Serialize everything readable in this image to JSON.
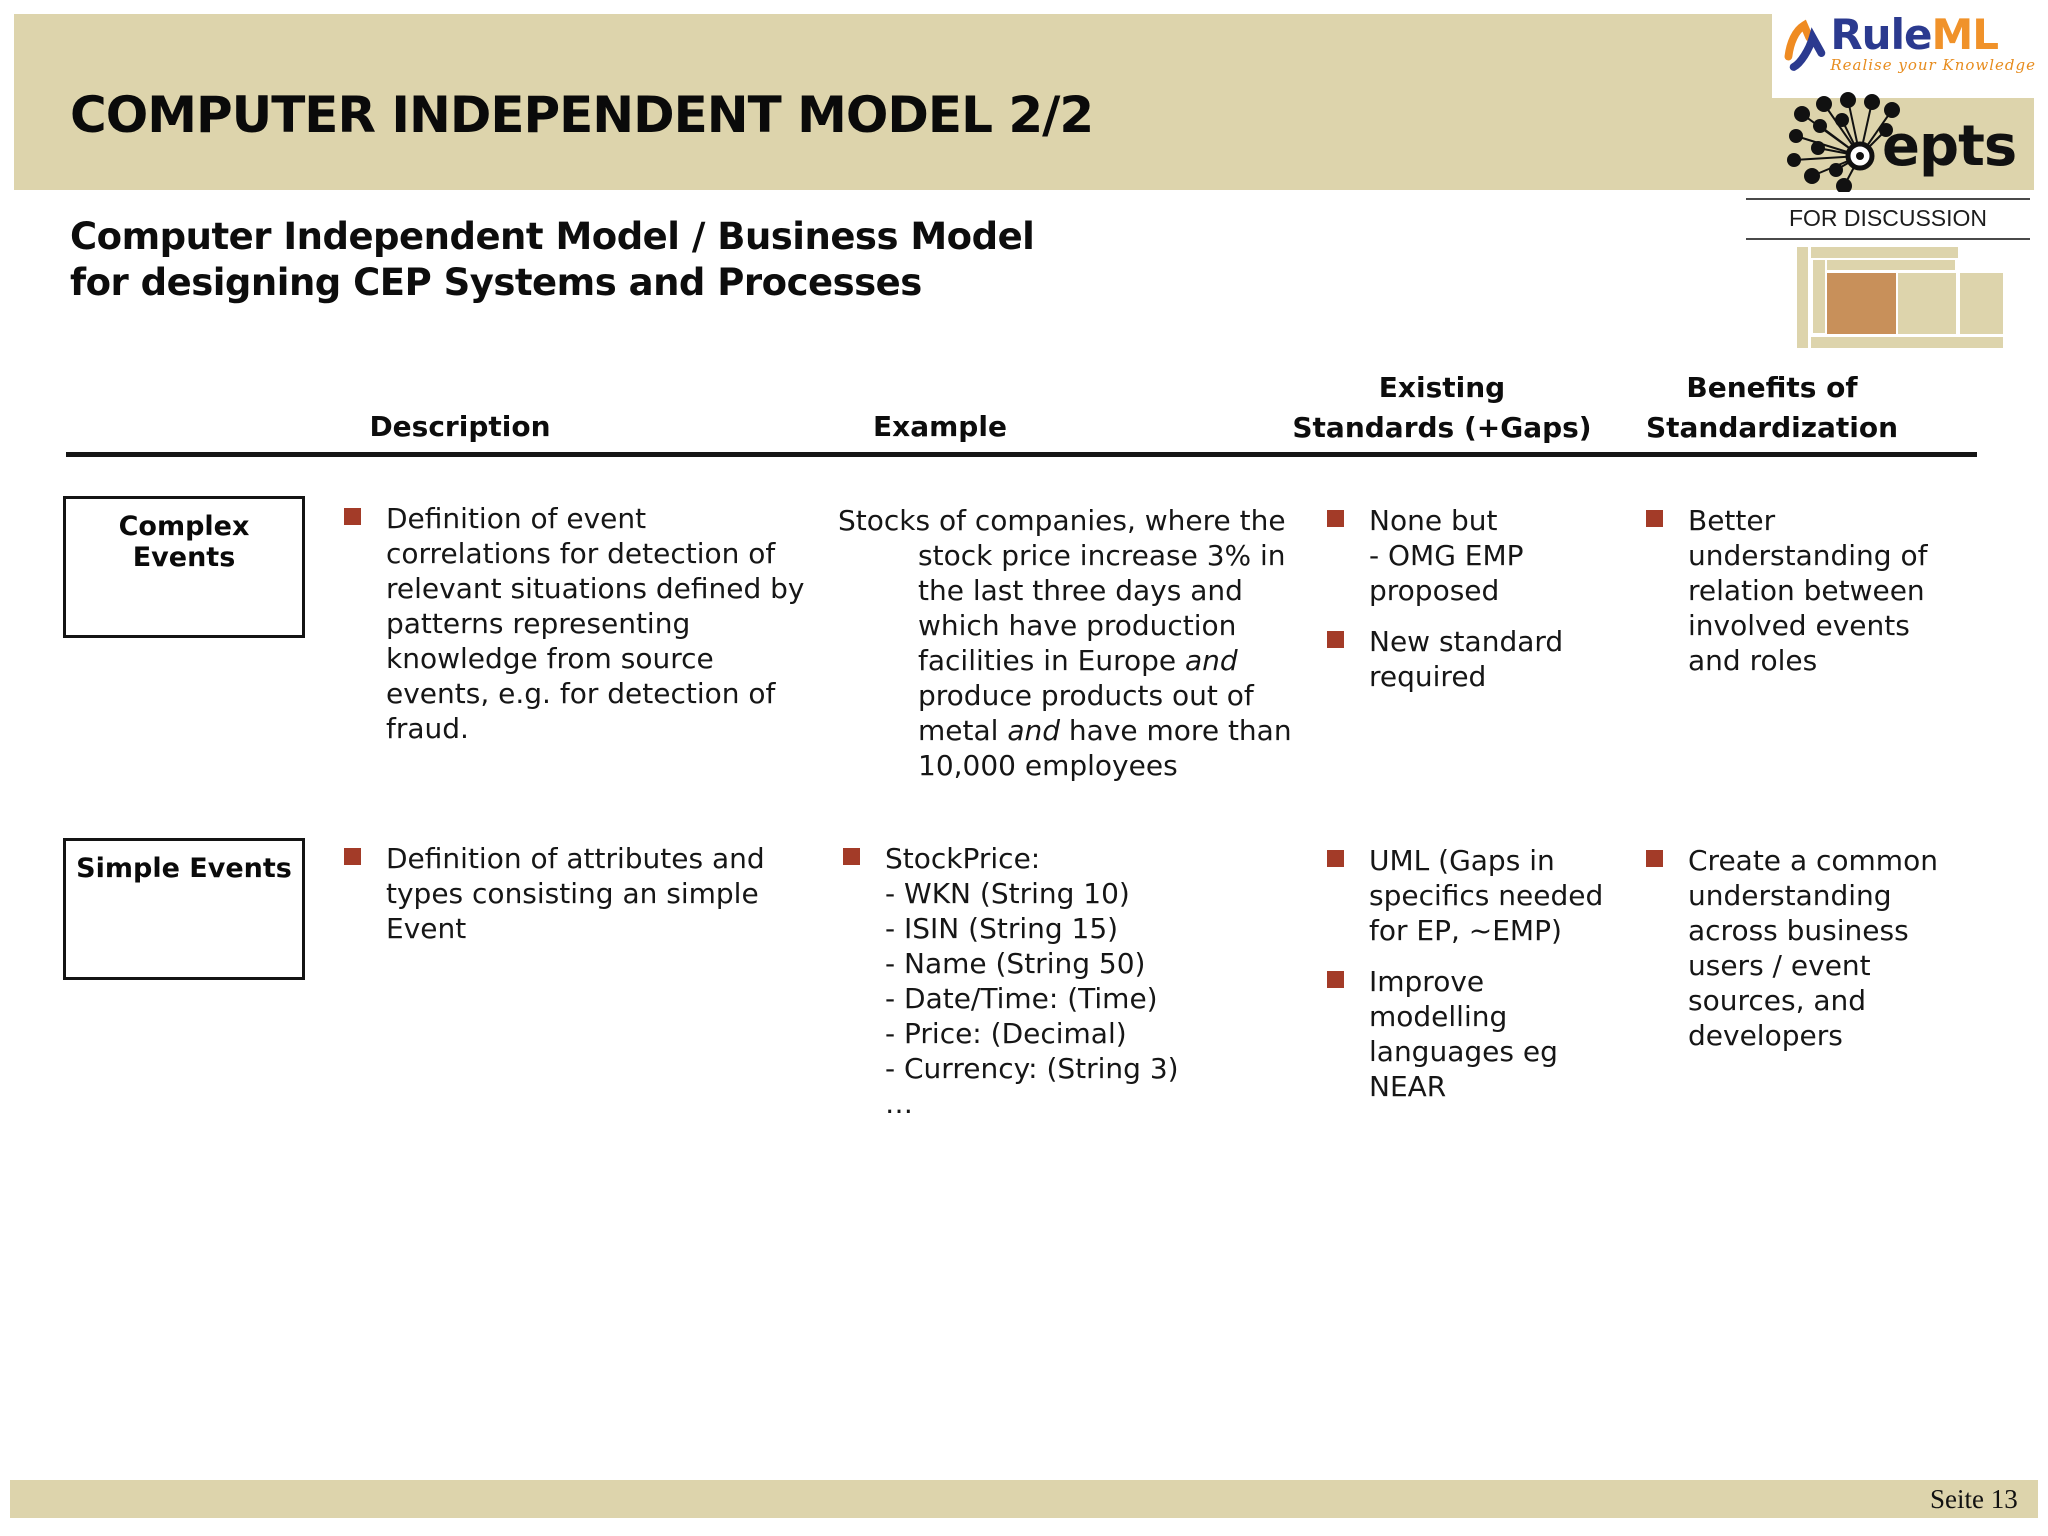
{
  "slide": {
    "title": "COMPUTER INDEPENDENT MODEL 2/2",
    "subtitle": "Computer Independent Model / Business Model\nfor designing CEP Systems and Processes",
    "stamp": "FOR DISCUSSION",
    "page_label": "Seite 13"
  },
  "logos": {
    "ruleml": {
      "part1": "Rule",
      "part2": "ML",
      "tagline": "Realise your Knowledge",
      "blue": "#2b3a8f",
      "orange": "#f0922a"
    },
    "epts": {
      "label": "epts"
    }
  },
  "colors": {
    "band": "#ddd4ac",
    "bullet": "#a33b28",
    "highlight": "#c8905a"
  },
  "table": {
    "headers": [
      {
        "label": "Description"
      },
      {
        "label": "Example"
      },
      {
        "label": "Existing\nStandards (+Gaps)"
      },
      {
        "label": "Benefits of\nStandardization"
      }
    ],
    "rows": [
      {
        "label": "Complex Events",
        "description": {
          "text": "Definition of event\ncorrelations for detection of\nrelevant situations defined by\npatterns representing\nknowledge from source\nevents, e.g. for detection of\nfraud."
        },
        "example": {
          "segments": [
            {
              "t": "Stocks of companies, where the\nstock price increase 3% in\nthe last three days and\nwhich have production\nfacilities in Europe "
            },
            {
              "t": "and",
              "i": true
            },
            {
              "t": "\nproduce products out of\nmetal "
            },
            {
              "t": "and",
              "i": true
            },
            {
              "t": " have more than\n10,000 employees"
            }
          ]
        },
        "standards": [
          {
            "text": "None but\n- OMG EMP\nproposed"
          },
          {
            "text": "New standard\nrequired"
          }
        ],
        "benefits": [
          {
            "text": "Better\nunderstanding of\nrelation between\ninvolved events\nand roles"
          }
        ]
      },
      {
        "label": "Simple Events",
        "description": {
          "text": "Definition of attributes and\ntypes consisting an simple\nEvent"
        },
        "example": {
          "segments": [
            {
              "t": "StockPrice:\n- WKN (String 10)\n- ISIN (String 15)\n- Name (String 50)\n- Date/Time: (Time)\n- Price: (Decimal)\n- Currency: (String 3)\n…"
            }
          ]
        },
        "standards": [
          {
            "text": "UML (Gaps in\nspecifics needed\nfor EP, ~EMP)"
          },
          {
            "text": "Improve\nmodelling\nlanguages eg\nNEAR"
          }
        ],
        "benefits": [
          {
            "text": "Create a common\nunderstanding\nacross business\nusers / event\nsources, and\ndevelopers"
          }
        ]
      }
    ]
  }
}
